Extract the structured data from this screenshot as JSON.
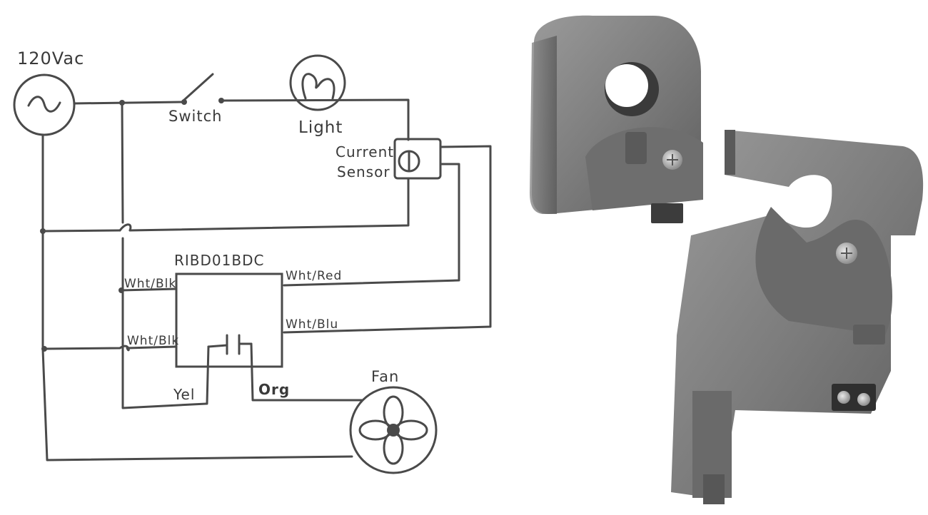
{
  "diagram": {
    "source_label": "120Vac",
    "switch_label": "Switch",
    "light_label": "Light",
    "sensor_label_line1": "Current",
    "sensor_label_line2": "Sensor",
    "relay_label": "RIBD01BDC",
    "wire_wht_blk_1": "Wht/Blk",
    "wire_wht_blk_2": "Wht/Blk",
    "wire_wht_red": "Wht/Red",
    "wire_wht_blu": "Wht/Blu",
    "wire_yel": "Yel",
    "wire_org": "Org",
    "fan_label": "Fan"
  },
  "photo": {
    "subject": "split-core current sensor, closed and opened views",
    "housing_color": "#7c7c7c",
    "screw_color": "#b9b9b9"
  },
  "colors": {
    "ink": "#4a4a4a",
    "label_ink": "#3a3a3a",
    "background": "#ffffff"
  }
}
